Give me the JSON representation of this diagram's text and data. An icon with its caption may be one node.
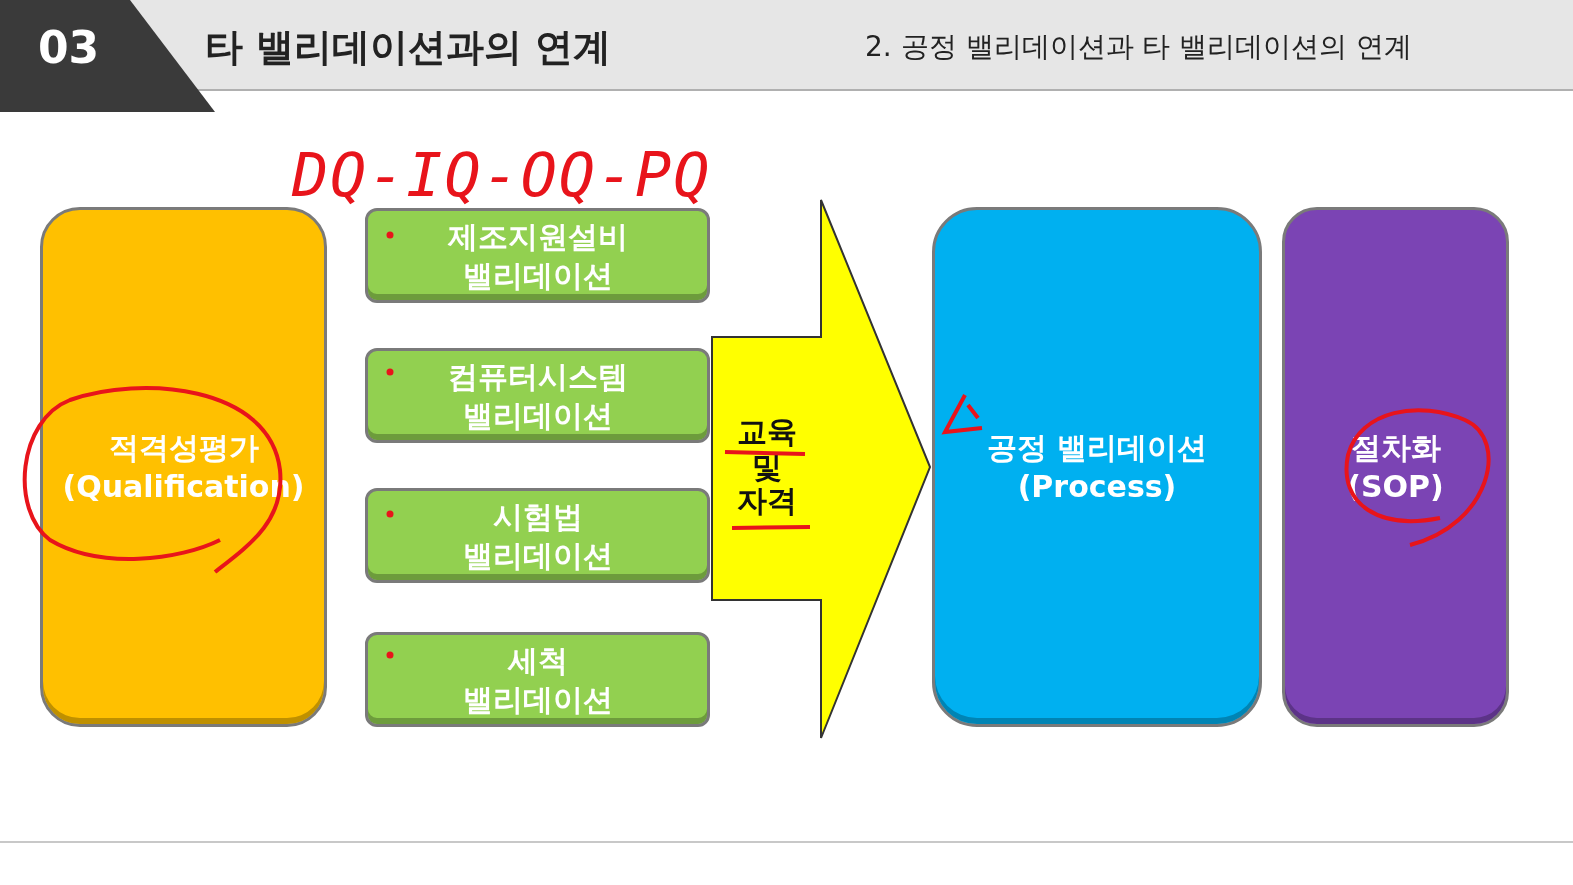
{
  "diagram": {
    "title": "타 밸리데이션과의 연계",
    "nodes": [
      {
        "text": [
          "적격성평가 (Qualification)"
        ]
      },
      {
        "text": [
          "제조지원설비 밸리데이션"
        ]
      },
      {
        "text": [
          "컴퓨터시스템 밸리데이션"
        ]
      },
      {
        "text": [
          "시험법 밸리데이션"
        ]
      },
      {
        "text": [
          "세척 밸리데이션"
        ]
      },
      {
        "text": [
          "공정 밸리데이션 (Process)"
        ]
      },
      {
        "text": [
          "절차화 (SOP)"
        ]
      }
    ],
    "edges": [
      {
        "from": 1,
        "to": 5,
        "arrow": "to",
        "label": "교육 및 자격"
      },
      {
        "from": 2,
        "to": 5,
        "arrow": "to"
      },
      {
        "from": 3,
        "to": 5,
        "arrow": "to"
      },
      {
        "from": 4,
        "to": 5,
        "arrow": "to"
      }
    ],
    "labels": [
      "03",
      "2. 공정 밸리데이션과 타 밸리데이션의 연계",
      "DQ-IQ-OQ-PQ"
    ]
  }
}
